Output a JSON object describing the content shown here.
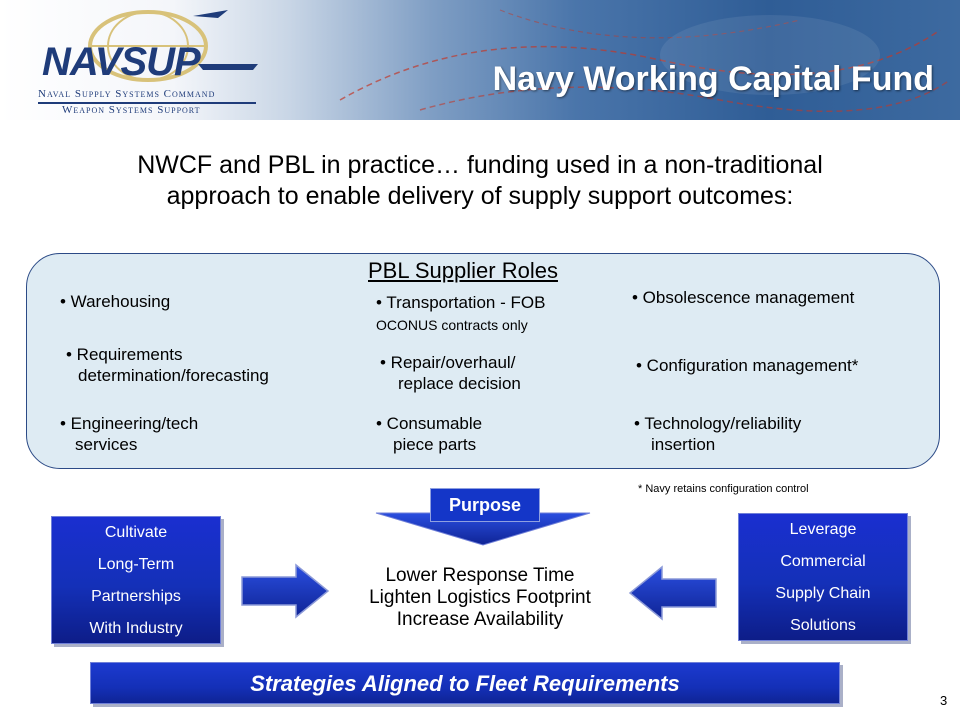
{
  "header": {
    "logo_text": "NAVSUP",
    "logo_line1": "Naval Supply Systems Command",
    "logo_line2": "Weapon Systems Support",
    "title": "Navy Working Capital Fund"
  },
  "subtitle": {
    "line1": "NWCF and PBL in practice… funding used in a non-traditional",
    "line2": "approach to enable delivery of supply support outcomes:"
  },
  "roles": {
    "title": "PBL Supplier Roles",
    "col1": [
      {
        "line1": "• Warehousing"
      },
      {
        "line1": "• Requirements",
        "line2": "determination/forecasting"
      },
      {
        "line1": "• Engineering/tech",
        "line2": "services"
      }
    ],
    "col2": [
      {
        "line1": "• Transportation - FOB",
        "line2": "OCONUS contracts only"
      },
      {
        "line1": "• Repair/overhaul/",
        "line2": "replace decision"
      },
      {
        "line1": "• Consumable",
        "line2": "piece parts"
      }
    ],
    "col3": [
      {
        "line1": "• Obsolescence management"
      },
      {
        "line1": "• Configuration management*"
      },
      {
        "line1": "• Technology/reliability",
        "line2": "insertion"
      }
    ],
    "footnote": "* Navy retains configuration control"
  },
  "purpose": {
    "label": "Purpose",
    "outcomes": [
      "Lower Response Time",
      "Lighten Logistics Footprint",
      "Increase Availability"
    ]
  },
  "left_box": [
    "Cultivate",
    "Long-Term",
    "Partnerships",
    "With Industry"
  ],
  "right_box": [
    "Leverage",
    "Commercial",
    "Supply Chain",
    "Solutions"
  ],
  "banner": "Strategies Aligned to Fleet Requirements",
  "page_number": "3",
  "colors": {
    "navy_blue": "#1430b8",
    "box_fill": "#deebf3",
    "logo_blue": "#1f3c7a"
  }
}
